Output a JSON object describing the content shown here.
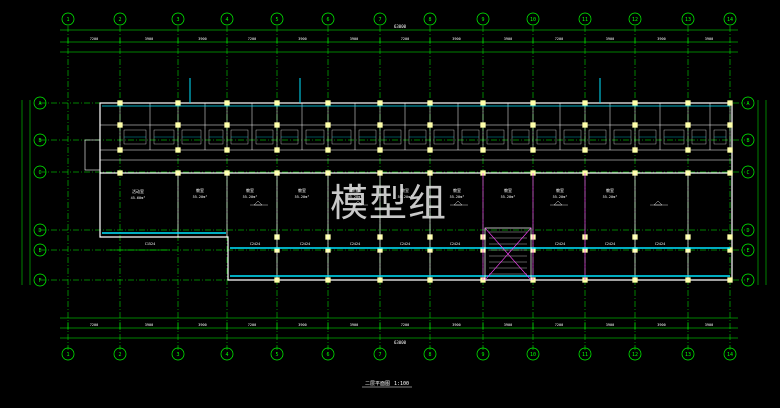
{
  "drawing": {
    "title": "二层平面图",
    "scale": "1:100",
    "watermark": "模型组"
  },
  "colors": {
    "background": "#000000",
    "grid": "#00ff00",
    "wall": "#ffffff",
    "column": "#ffffaa",
    "window": "#00e5ff",
    "accent": "#ff44ff",
    "label": "#ffff66"
  },
  "axes": {
    "top": [
      "1",
      "2",
      "3",
      "4",
      "5",
      "6",
      "7",
      "8",
      "9",
      "10",
      "11",
      "12",
      "13",
      "14"
    ],
    "bottom": [
      "1",
      "2",
      "3",
      "4",
      "5",
      "6",
      "7",
      "8",
      "9",
      "10",
      "11",
      "12",
      "13",
      "14"
    ],
    "left": [
      "A",
      "B",
      "C",
      "D",
      "E",
      "F"
    ],
    "right": [
      "A",
      "B",
      "C",
      "D",
      "E",
      "F"
    ]
  },
  "dimensions": {
    "overall": "63000",
    "top_row": [
      "7200",
      "3900",
      "3900",
      "7200",
      "3900",
      "3900",
      "7200",
      "3900",
      "3900",
      "7200",
      "3900",
      "3900",
      "3900"
    ],
    "bottom_row": [
      "7200",
      "3900",
      "3900",
      "7200",
      "3900",
      "3900",
      "7200",
      "3900",
      "3900",
      "7200",
      "3900",
      "3900",
      "3900"
    ]
  },
  "rooms": [
    {
      "name": "活动室",
      "area": "45.60m²"
    },
    {
      "name": "教室",
      "area": "55.20m²"
    },
    {
      "name": "教室",
      "area": "55.20m²"
    },
    {
      "name": "教室",
      "area": "55.20m²"
    },
    {
      "name": "教室",
      "area": "55.20m²"
    },
    {
      "name": "教室",
      "area": "55.20m²"
    },
    {
      "name": "教室",
      "area": "55.20m²"
    },
    {
      "name": "教室",
      "area": "55.20m²"
    },
    {
      "name": "教室",
      "area": "55.20m²"
    },
    {
      "name": "教室",
      "area": "55.20m²"
    }
  ],
  "windows": [
    "C1524",
    "C2424",
    "C2424",
    "C2424",
    "C2424",
    "C2424",
    "C2424",
    "C2424",
    "C2424"
  ]
}
